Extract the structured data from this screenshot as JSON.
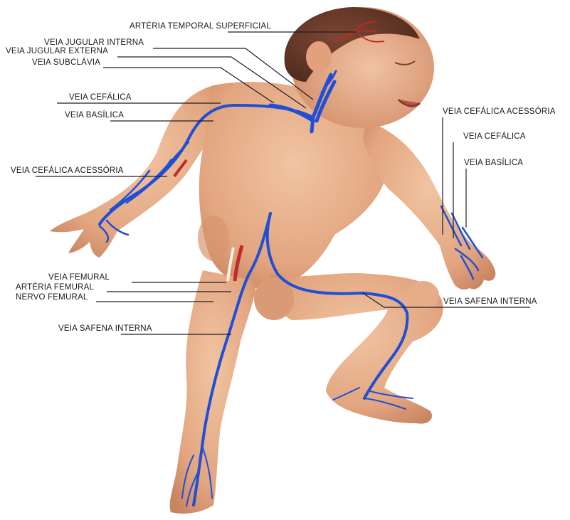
{
  "colors": {
    "vein": "#1f4fd6",
    "artery": "#c02a2a",
    "skin": "#e9b592",
    "skin_shadow": "#c98460",
    "hair": "#6b3a2a",
    "label_line": "#1c1c2c"
  },
  "labels": {
    "arteria_temporal_superficial": "ARTÉRIA TEMPORAL SUPERFICIAL",
    "veia_jugular_interna": "VEIA JUGULAR INTERNA",
    "veia_jugular_externa": "VEIA JUGULAR EXTERNA",
    "veia_subclavia": "VEIA SUBCLÁVIA",
    "veia_cefalica_left": "VEIA CEFÁLICA",
    "veia_basilica_left": "VEIA BASÍLICA",
    "veia_cefalica_acessoria_left": "VEIA CEFÁLICA ACESSÓRIA",
    "veia_femural": "VEIA FEMURAL",
    "arteria_femural": "ARTÉRIA FEMURAL",
    "nervo_femural": "NERVO FEMURAL",
    "veia_safena_interna_left": "VEIA SAFENA INTERNA",
    "veia_cefalica_acessoria_right": "VEIA CEFÁLICA ACESSÓRIA",
    "veia_cefalica_right": "VEIA CEFÁLICA",
    "veia_basilica_right": "VEIA BASÍLICA",
    "veia_safena_interna_right": "VEIA SAFENA INTERNA"
  }
}
